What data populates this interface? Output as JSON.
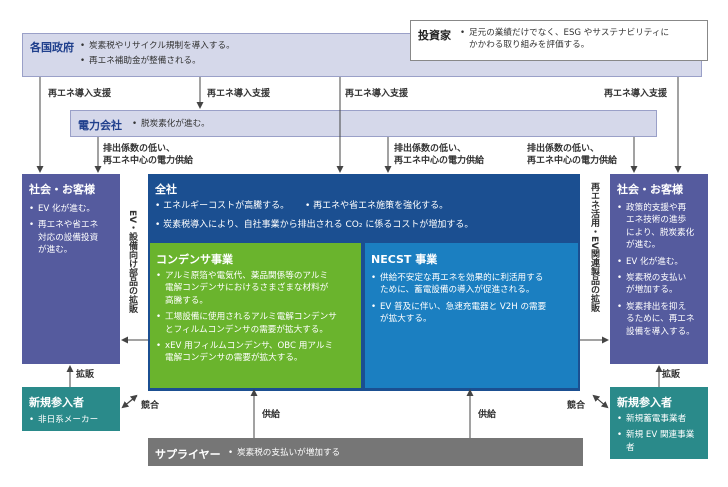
{
  "governments": {
    "title": "各国政府",
    "items": [
      "炭素税やリサイクル規制を導入する。",
      "再エネ補助金が整備される。"
    ]
  },
  "investors": {
    "title": "投資家",
    "items": [
      "足元の業績だけでなく、ESG やサステナビリティに\nかかわる取り組みを評価する。"
    ]
  },
  "renewable_support": [
    "再エネ導入支援",
    "再エネ導入支援",
    "再エネ導入支援",
    "再エネ導入支援"
  ],
  "power_companies": {
    "title": "電力会社",
    "items": [
      "脱炭素化が進む。"
    ]
  },
  "power_supply_labels": [
    "排出係数の低い、\n再エネ中心の電力供給",
    "排出係数の低い、\n再エネ中心の電力供給",
    "排出係数の低い、\n再エネ中心の電力供給"
  ],
  "society_left": {
    "title": "社会・お客様",
    "items": [
      "EV 化が進む。",
      "再エネや省エネ\n対応の設備投資\nが進む。"
    ]
  },
  "society_right": {
    "title": "社会・お客様",
    "items": [
      "政策的支援や再\nエネ技術の進歩\nにより、脱炭素化\nが進む。",
      "EV 化が進む。",
      "炭素税の支払い\nが増加する。",
      "炭素排出を抑え\nるために、再エネ\n設備を導入する。"
    ]
  },
  "company": {
    "title": "全社",
    "items": [
      "エネルギーコストが高騰する。",
      "再エネや省エネ施策を強化する。",
      "炭素税導入により、自社事業から排出される CO₂ に係るコストが増加する。"
    ]
  },
  "capacitor": {
    "title": "コンデンサ事業",
    "items": [
      "アルミ原箔や電気代、薬品関係等のアルミ\n電解コンデンサにおけるさまざまな材料が\n高騰する。",
      "工場設備に使用されるアルミ電解コンデンサ\nとフィルムコンデンサの需要が拡大する。",
      "xEV 用フィルムコンデンサ、OBC 用アルミ\n電解コンデンサの需要が拡大する。"
    ]
  },
  "necst": {
    "title": "NECST 事業",
    "items": [
      "供給不安定な再エネを効果的に利活用する\nために、蓄電設備の導入が促進される。",
      "EV 普及に伴い、急速充電器と V2H の需要\nが拡大する。"
    ]
  },
  "ev_parts_label": "EV・設備向け部品の拡販",
  "renewable_ev_label": "再エネ活用・EV関連製品の拡販",
  "expand": [
    "拡販",
    "拡販"
  ],
  "compete": [
    "競合",
    "競合"
  ],
  "supply": [
    "供給",
    "供給"
  ],
  "entrants_left": {
    "title": "新規参入者",
    "items": [
      "非日系メーカー"
    ]
  },
  "entrants_right": {
    "title": "新規参入者",
    "items": [
      "新規蓄電事業者",
      "新規 EV 関連事業\n者"
    ]
  },
  "suppliers": {
    "title": "サプライヤー",
    "items": [
      "炭素税の支払いが増加する"
    ]
  },
  "colors": {
    "gov_bg": "#d5d8ea",
    "gov_title": "#1f3f8c",
    "society_bg": "#555b9e",
    "company_bg": "#1b4f91",
    "capacitor_bg": "#6ab42d",
    "necst_bg": "#1b7fc1",
    "entrant_bg": "#2a8a8a",
    "supplier_bg": "#767676",
    "arrow": "#444444"
  }
}
